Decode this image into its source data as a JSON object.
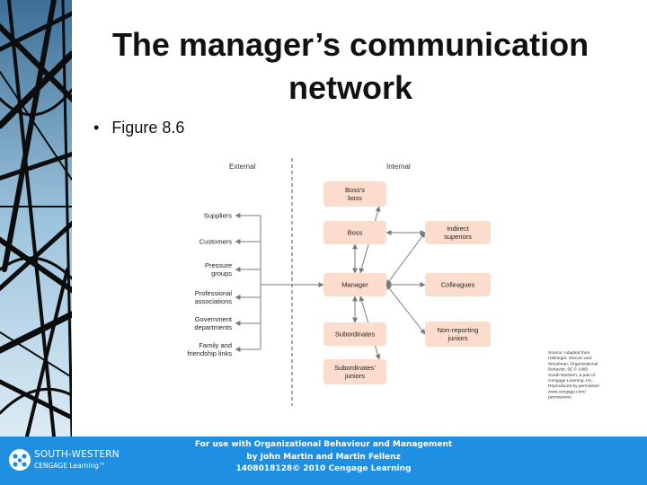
{
  "slide": {
    "title": "The manager’s communication network",
    "bullet": "Figure 8.6"
  },
  "diagram": {
    "header_external": "External",
    "header_internal": "Internal",
    "external_labels": [
      [
        "Suppliers"
      ],
      [
        "Customers"
      ],
      [
        "Pressure",
        "groups"
      ],
      [
        "Professional",
        "associations"
      ],
      [
        "Government",
        "departments"
      ],
      [
        "Family and",
        "friendship links"
      ]
    ],
    "center_boxes": [
      [
        "Boss’s",
        "boss"
      ],
      [
        "Boss"
      ],
      [
        "Manager"
      ],
      [
        "Subordinates"
      ],
      [
        "Subordinates’",
        "juniors"
      ]
    ],
    "right_boxes": [
      [
        "Indirect",
        "superiors"
      ],
      [
        "Colleagues"
      ],
      [
        "Non-reporting",
        "juniors"
      ]
    ],
    "source_note": [
      "Source: Adapted from",
      "Hellriegel, Slocum and",
      "Woodman, Organizational",
      "Behavior, 5E © 1989",
      "South-Western, a part of",
      "Cengage Learning, Inc.",
      "Reproduced by permission",
      "www.cengage.com/",
      "permissions"
    ],
    "colors": {
      "box_fill": "#fbdccd",
      "arrow": "#7a7a7a",
      "divider": "#555555"
    }
  },
  "footer": {
    "line1": "For use with Organizational Behaviour and Management",
    "line2": "by John Martin and Martin Fellenz",
    "line3": "1408018128© 2010 Cengage Learning",
    "logo_line1": "SOUTH-WESTERN",
    "logo_line2": "CENGAGE Learning",
    "logo_tm": "™",
    "color": "#1e8fe1"
  }
}
